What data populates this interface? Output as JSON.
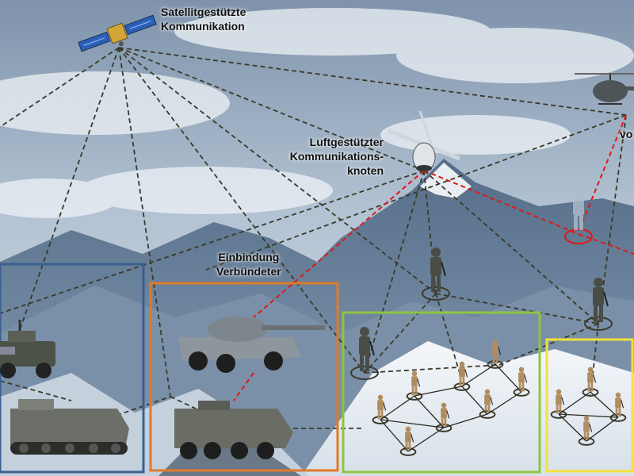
{
  "labels": {
    "satellite": [
      "Satellitgestützte",
      "Kommunikation"
    ],
    "air_node": [
      "Luftgestützter",
      "Kommunikations-",
      "knoten"
    ],
    "allies": [
      "Einbindung",
      "Verbündeter"
    ],
    "cut_off": "vo"
  },
  "colors": {
    "sky_top": "#7f95ad",
    "sky_bottom": "#c9d5e0",
    "mountain_dark": "#5d7590",
    "mountain_light": "#e8eef4",
    "link_line": "#3a3a2a",
    "alert_line": "#e01818",
    "box_blue": "#3a5f8f",
    "box_orange": "#e07a2a",
    "box_green": "#8cc63f",
    "box_yellow": "#f2e23a"
  },
  "icons": [
    "satellite-icon",
    "drone-icon",
    "helicopter-icon",
    "armored-car-icon",
    "tracked-apc-icon",
    "tank-destroyer-icon",
    "wheeled-apc-icon",
    "soldier-icon"
  ]
}
